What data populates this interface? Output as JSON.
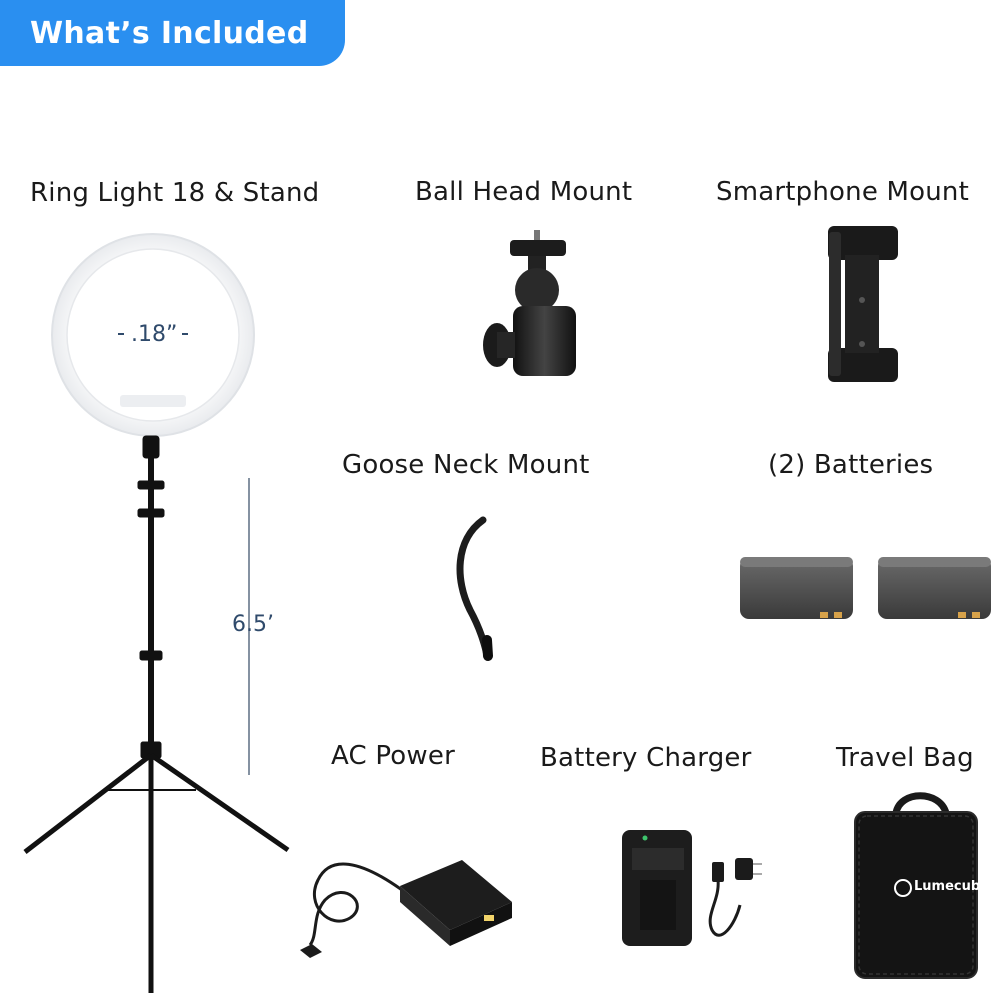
{
  "header": {
    "title": "What’s Included"
  },
  "items": [
    {
      "label": "Ring Light 18 & Stand"
    },
    {
      "label": "Ball Head Mount"
    },
    {
      "label": "Smartphone Mount"
    },
    {
      "label": "Goose Neck Mount"
    },
    {
      "label": "(2) Batteries"
    },
    {
      "label": "AC Power"
    },
    {
      "label": "Battery Charger"
    },
    {
      "label": "Travel Bag"
    }
  ],
  "measurements": {
    "ring_diameter": ".18”",
    "stand_height": "6.5’"
  },
  "bag_brand": "Lumecube",
  "colors": {
    "accent": "#2a8ff0",
    "measure": "#2f4a6b"
  }
}
